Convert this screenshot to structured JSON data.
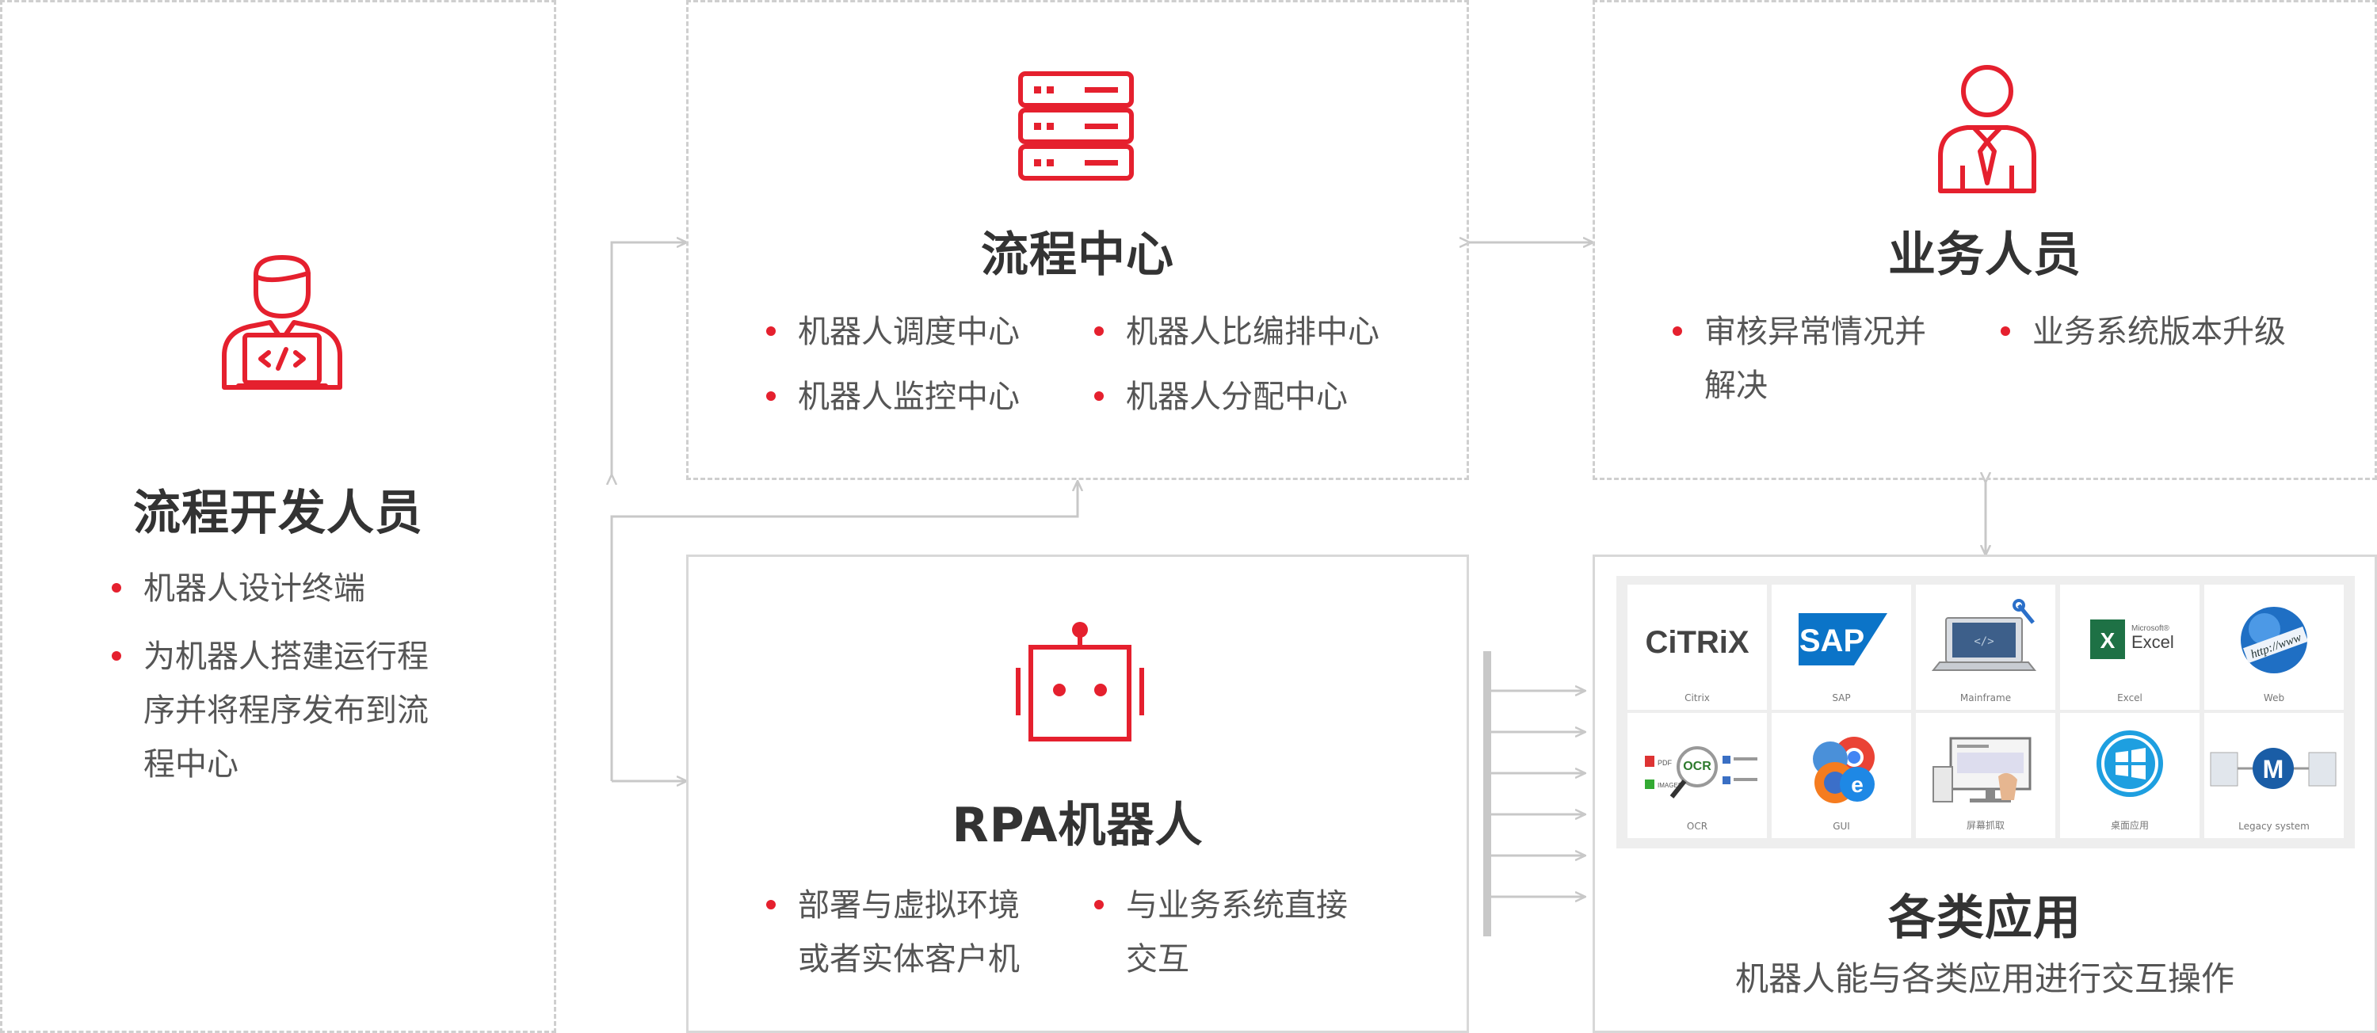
{
  "developer": {
    "title": "流程开发人员",
    "bullets": [
      "机器人设计终端",
      "为机器人搭建运行程\n序并将程序发布到流\n程中心"
    ]
  },
  "process_center": {
    "title": "流程中心",
    "bullets": [
      "机器人调度中心",
      "机器人比编排中心",
      "机器人监控中心",
      "机器人分配中心"
    ]
  },
  "business": {
    "title": "业务人员",
    "bullets": [
      "审核异常情况并\n解决",
      "业务系统版本升级"
    ]
  },
  "rpa": {
    "title": "RPA机器人",
    "bullets": [
      "部署与虚拟环境\n或者实体客户机",
      "与业务系统直接\n交互"
    ]
  },
  "apps": {
    "title": "各类应用",
    "subtitle": "机器人能与各类应用进行交互操作",
    "items": [
      {
        "label": "Citrix",
        "art_text": "CiTRiX"
      },
      {
        "label": "SAP",
        "art_text": "SAP"
      },
      {
        "label": "Mainframe"
      },
      {
        "label": "Excel",
        "art_text": "Excel",
        "art_text2": "Microsoft®"
      },
      {
        "label": "Web",
        "art_text": "http://www"
      },
      {
        "label": "OCR",
        "art_text": "OCR",
        "art_text2": "PDF",
        "art_text3": "IMAGES"
      },
      {
        "label": "GUI"
      },
      {
        "label": "屏幕抓取"
      },
      {
        "label": "桌面应用"
      },
      {
        "label": "Legacy system",
        "art_text": "M"
      }
    ]
  },
  "colors": {
    "accent": "#e5202e",
    "border": "#cfcfcf",
    "arrow": "#c8c8c8",
    "title": "#333333",
    "text": "#555555"
  },
  "icons": [
    "developer-laptop-icon",
    "server-stack-icon",
    "businessman-icon",
    "robot-icon"
  ]
}
